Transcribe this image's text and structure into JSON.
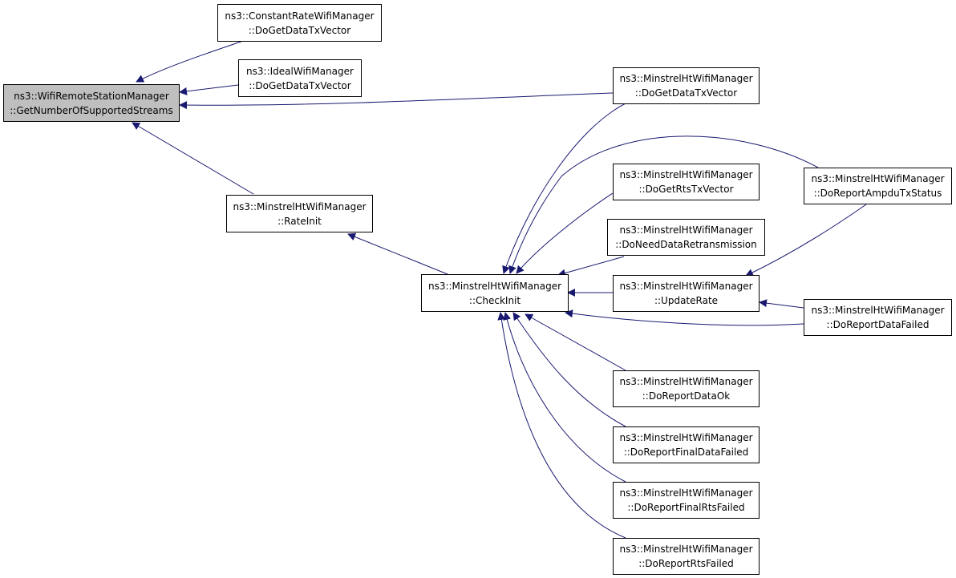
{
  "colors": {
    "edge": "#191970",
    "root_fill": "#bfbfbf",
    "node_fill": "#ffffff",
    "border": "#000000"
  },
  "nodes": {
    "root": {
      "line1": "ns3::WifiRemoteStationManager",
      "line2": "::GetNumberOfSupportedStreams"
    },
    "constRate": {
      "line1": "ns3::ConstantRateWifiManager",
      "line2": "::DoGetDataTxVector"
    },
    "ideal": {
      "line1": "ns3::IdealWifiManager",
      "line2": "::DoGetDataTxVector"
    },
    "rateInit": {
      "line1": "ns3::MinstrelHtWifiManager",
      "line2": "::RateInit"
    },
    "checkInit": {
      "line1": "ns3::MinstrelHtWifiManager",
      "line2": "::CheckInit"
    },
    "doGetData": {
      "line1": "ns3::MinstrelHtWifiManager",
      "line2": "::DoGetDataTxVector"
    },
    "doGetRts": {
      "line1": "ns3::MinstrelHtWifiManager",
      "line2": "::DoGetRtsTxVector"
    },
    "needRetx": {
      "line1": "ns3::MinstrelHtWifiManager",
      "line2": "::DoNeedDataRetransmission"
    },
    "updRate": {
      "line1": "ns3::MinstrelHtWifiManager",
      "line2": "::UpdateRate"
    },
    "ampdu": {
      "line1": "ns3::MinstrelHtWifiManager",
      "line2": "::DoReportAmpduTxStatus"
    },
    "dataFail": {
      "line1": "ns3::MinstrelHtWifiManager",
      "line2": "::DoReportDataFailed"
    },
    "dataOk": {
      "line1": "ns3::MinstrelHtWifiManager",
      "line2": "::DoReportDataOk"
    },
    "finalData": {
      "line1": "ns3::MinstrelHtWifiManager",
      "line2": "::DoReportFinalDataFailed"
    },
    "finalRts": {
      "line1": "ns3::MinstrelHtWifiManager",
      "line2": "::DoReportFinalRtsFailed"
    },
    "rtsFail": {
      "line1": "ns3::MinstrelHtWifiManager",
      "line2": "::DoReportRtsFailed"
    }
  }
}
